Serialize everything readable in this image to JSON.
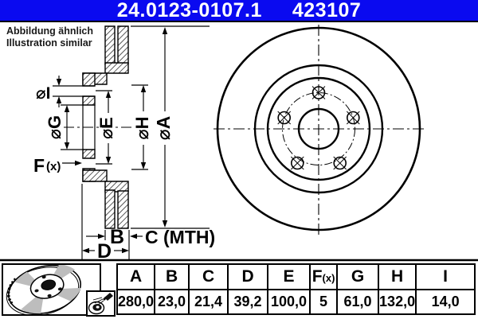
{
  "header": {
    "part_number": "24.0123-0107.1",
    "catalog_number": "423107",
    "bg_color": "#0a0af0",
    "text_color": "#ffffff"
  },
  "note": {
    "line1": "Abbildung ähnlich",
    "line2": "Illustration similar"
  },
  "labels": {
    "dia_i": "⌀I",
    "dia_g": "⌀G",
    "dia_e": "⌀E",
    "dia_h": "⌀H",
    "dia_a": "⌀A",
    "f": "F",
    "fx_suffix": "(x)",
    "b": "B",
    "c_mth": "C (MTH)",
    "d": "D"
  },
  "front_view": {
    "bolt_hole_count": 5
  },
  "icons": {
    "photo": "vented-brake-disc-illustration",
    "mini": "disc-coating-spray-icon"
  },
  "table": {
    "columns": [
      {
        "label": "A",
        "value": "280,0"
      },
      {
        "label": "B",
        "value": "23,0"
      },
      {
        "label": "C",
        "value": "21,4"
      },
      {
        "label": "D",
        "value": "39,2"
      },
      {
        "label": "E",
        "value": "100,0"
      },
      {
        "label": "F(x)",
        "value": "5"
      },
      {
        "label": "G",
        "value": "61,0"
      },
      {
        "label": "H",
        "value": "132,0"
      },
      {
        "label": "I",
        "value": "14,0"
      }
    ]
  }
}
